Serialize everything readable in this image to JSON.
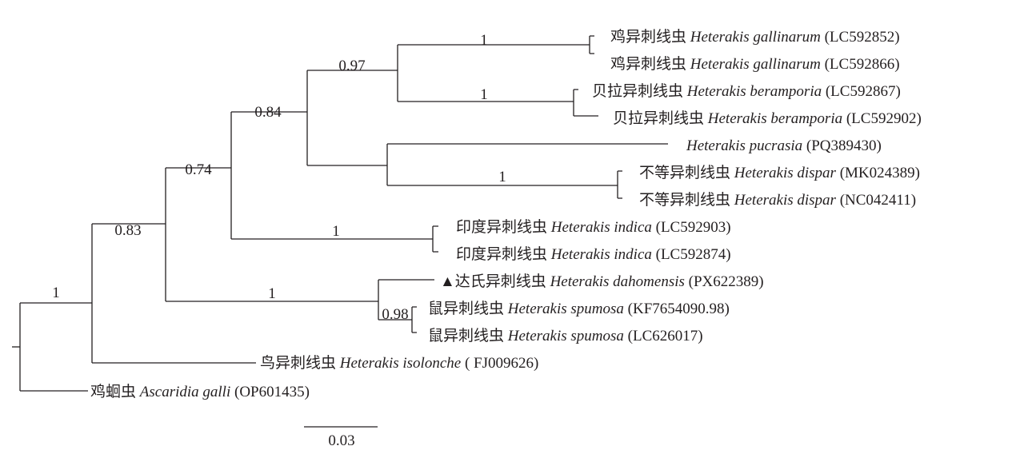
{
  "tree": {
    "supports": [
      "1",
      "0.83",
      "0.74",
      "0.84",
      "0.97",
      "1",
      "1",
      "1",
      "1",
      "1",
      "0.98"
    ],
    "leaves": [
      {
        "cn": "鸡异刺线虫",
        "sci": "Heterakis gallinarum",
        "acc": "(LC592852)"
      },
      {
        "cn": "鸡异刺线虫",
        "sci": "Heterakis gallinarum",
        "acc": "(LC592866)"
      },
      {
        "cn": "贝拉异刺线虫",
        "sci": "Heterakis beramporia",
        "acc": "(LC592867)"
      },
      {
        "cn": "贝拉异刺线虫",
        "sci": "Heterakis beramporia",
        "acc": "(LC592902)"
      },
      {
        "cn": "",
        "sci": "Heterakis pucrasia",
        "acc": "(PQ389430)"
      },
      {
        "cn": "不等异刺线虫",
        "sci": "Heterakis dispar",
        "acc": "(MK024389)"
      },
      {
        "cn": "不等异刺线虫",
        "sci": "Heterakis dispar",
        "acc": "(NC042411)"
      },
      {
        "cn": "印度异刺线虫",
        "sci": "Heterakis indica",
        "acc": "(LC592903)"
      },
      {
        "cn": "印度异刺线虫",
        "sci": "Heterakis indica",
        "acc": "(LC592874)"
      },
      {
        "cn": "▲达氏异刺线虫",
        "sci": "Heterakis dahomensis",
        "acc": "(PX622389)"
      },
      {
        "cn": "鼠异刺线虫",
        "sci": "Heterakis spumosa",
        "acc": "(KF7654090.98)"
      },
      {
        "cn": "鼠异刺线虫",
        "sci": "Heterakis spumosa",
        "acc": "(LC626017)"
      },
      {
        "cn": "鸟异刺线虫",
        "sci": "Heterakis isolonche",
        "acc": "( FJ009626)"
      },
      {
        "cn": "鸡蛔虫",
        "sci": "Ascaridia galli",
        "acc": "(OP601435)"
      }
    ],
    "scale_bar": "0.03"
  }
}
